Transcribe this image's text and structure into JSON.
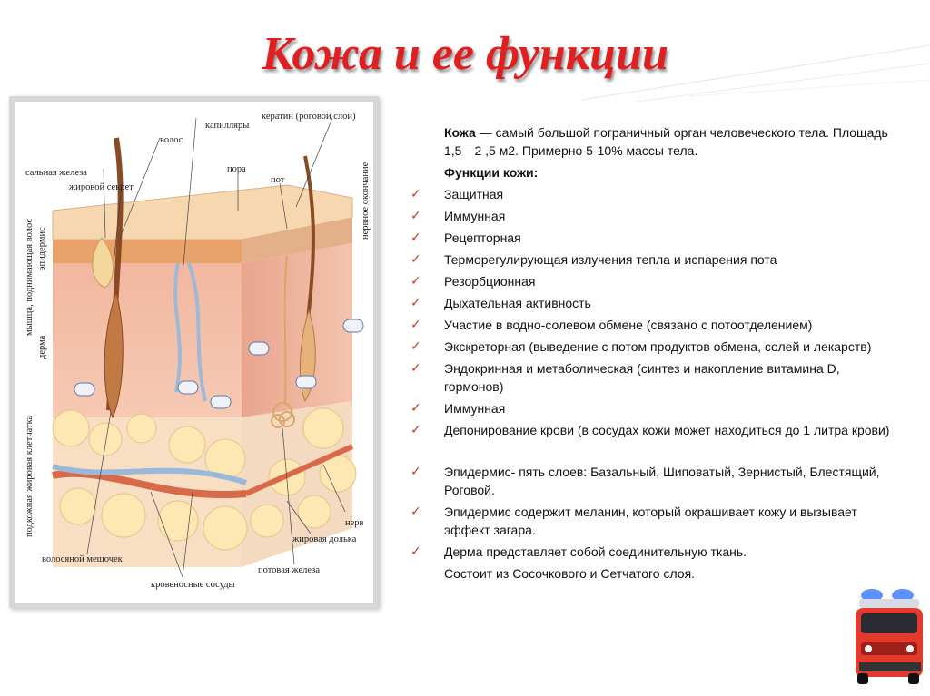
{
  "slide": {
    "title": "Кожа и ее функции"
  },
  "diagram": {
    "labels": {
      "keratin": "кератин (роговой слой)",
      "capillaries": "капилляры",
      "hair": "волос",
      "sebaceous_gland": "сальная железа",
      "fat_secretion": "жировой секрет",
      "pore": "пора",
      "sweat": "пот",
      "nerve_ending": "нервное окончание",
      "hair_muscle": "мышца, поднимающая волос",
      "epidermis": "эпидермис",
      "dermis": "дерма",
      "subcutaneous": "подкожная жировая клетчатка",
      "nerve": "нерв",
      "fat_lobule": "жировая долька",
      "sweat_gland": "потовая железа",
      "hair_follicle": "волосяной мешочек",
      "blood_vessels": "кровеносные сосуды"
    }
  },
  "text": {
    "intro_bold": "Кожа",
    "intro_rest": " — самый большой пограничный орган человеческого тела. Площадь 1,5—2 ,5 м2. Примерно 5-10% массы тела.",
    "functions_header": "Функции кожи:",
    "functions": [
      "Защитная",
      "Иммунная",
      "Рецепторная",
      "Терморегулирующая  излучения тепла и испарения пота",
      "Резорбционная",
      "Дыхательная активность",
      "Участие в водно-солевом обмене (связано с потоотделением)",
      "Экскреторная (выведение с потом продуктов обмена, солей и лекарств)",
      "Эндокринная и метаболическая (синтез и накопление витамина D, гормонов)",
      "Иммунная",
      "Депонирование крови (в сосудах кожи может находиться до 1 литра крови)"
    ],
    "facts": [
      "Эпидермис- пять слоев: Базальный, Шиповатый, Зернистый, Блестящий, Роговой.",
      "Эпидермис содержит меланин, который окрашивает кожу и вызывает эффект загара.",
      "Дерма представляет собой соединительную ткань."
    ],
    "closing": "Состоит из Сосочкового и Сетчатого слоя."
  },
  "colors": {
    "title": "#e02020",
    "check": "#c0392b"
  }
}
